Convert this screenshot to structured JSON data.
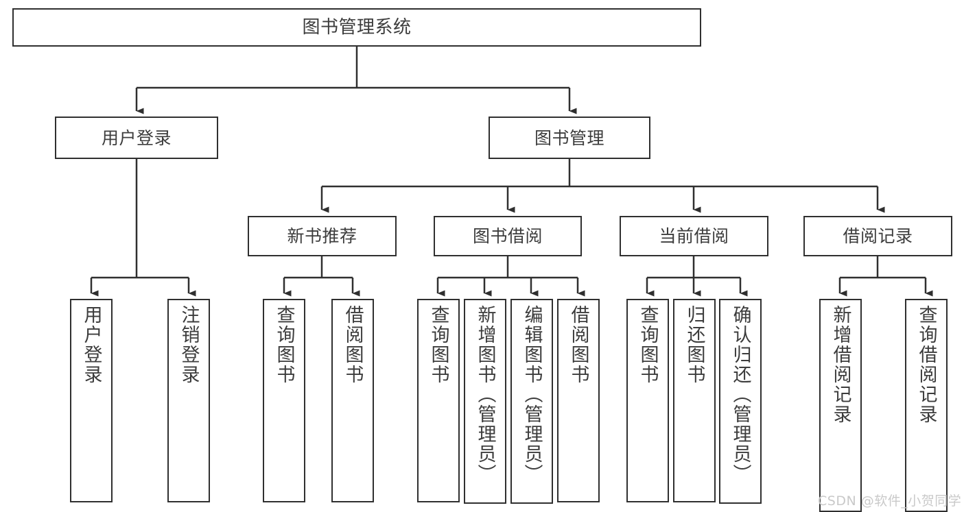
{
  "diagram": {
    "title": "图书管理系统",
    "type": "tree-hierarchy-diagram",
    "colors": {
      "stroke": "#2f2f2f",
      "fill": "#ffffff",
      "text": "#3c3c3c",
      "watermark": "#c9c9c9"
    },
    "root": {
      "label": "图书管理系统"
    },
    "level2": [
      {
        "label": "用户登录"
      },
      {
        "label": "图书管理"
      }
    ],
    "level3": [
      {
        "label": "新书推荐"
      },
      {
        "label": "图书借阅"
      },
      {
        "label": "当前借阅"
      },
      {
        "label": "借阅记录"
      }
    ],
    "leaves": {
      "user_login": [
        {
          "label": "用户登录"
        },
        {
          "label": "注销登录"
        }
      ],
      "new_book_recommend": [
        {
          "label": "查询图书"
        },
        {
          "label": "借阅图书"
        }
      ],
      "book_borrow": [
        {
          "label": "查询图书"
        },
        {
          "label": "新增图书（管理员）"
        },
        {
          "label": "编辑图书（管理员）"
        },
        {
          "label": "借阅图书"
        }
      ],
      "current_borrow": [
        {
          "label": "查询图书"
        },
        {
          "label": "归还图书"
        },
        {
          "label": "确认归还（管理员）"
        }
      ],
      "borrow_record": [
        {
          "label": "新增借阅记录"
        },
        {
          "label": "查询借阅记录"
        }
      ]
    }
  },
  "watermark": {
    "text": "CSDN @软件_小贺同学"
  }
}
